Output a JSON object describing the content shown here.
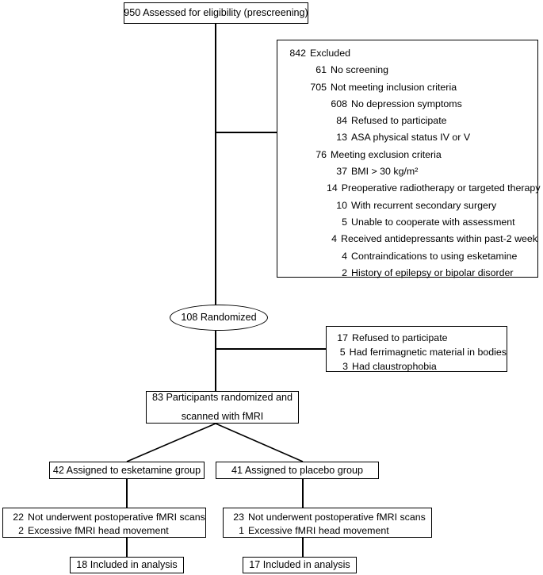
{
  "diagram": {
    "type": "consort-flow-diagram",
    "title": "Participant flow diagram",
    "nodes": {
      "assessed": {
        "count": "950",
        "text": "950 Assessed for eligibility (prescreening)"
      },
      "excluded_box": {
        "header": {
          "num": "842",
          "label": "Excluded"
        },
        "items": [
          {
            "num": "61",
            "label": "No screening",
            "indent": 1
          },
          {
            "num": "705",
            "label": "Not meeting inclusion criteria",
            "indent": 1
          },
          {
            "num": "608",
            "label": "No depression symptoms",
            "indent": 2
          },
          {
            "num": "84",
            "label": "Refused to participate",
            "indent": 2
          },
          {
            "num": "13",
            "label": "ASA physical status IV or V",
            "indent": 2
          },
          {
            "num": "76",
            "label": "Meeting exclusion criteria",
            "indent": 1
          },
          {
            "num": "37",
            "label": "BMI > 30 kg/m²",
            "indent": 2
          },
          {
            "num": "14",
            "label": "Preoperative radiotherapy or targeted therapy",
            "indent": 2
          },
          {
            "num": "10",
            "label": "With recurrent secondary surgery",
            "indent": 2
          },
          {
            "num": "5",
            "label": "Unable to cooperate with assessment",
            "indent": 2
          },
          {
            "num": "4",
            "label": "Received antidepressants  within past-2 week",
            "indent": 2
          },
          {
            "num": "4",
            "label": "Contraindications to using esketamine",
            "indent": 2
          },
          {
            "num": "2",
            "label": "History of epilepsy or bipolar disorder",
            "indent": 2
          }
        ]
      },
      "randomized": {
        "count": "108",
        "text": "108 Randomized"
      },
      "not_scanned_box": {
        "items": [
          {
            "num": "17",
            "label": "Refused to participate"
          },
          {
            "num": "5",
            "label": "Had ferrimagnetic material in bodies"
          },
          {
            "num": "3",
            "label": "Had claustrophobia"
          }
        ]
      },
      "scanned": {
        "count": "83",
        "line1": "83 Participants randomized and",
        "line2": "scanned with fMRI"
      },
      "arm_left": {
        "assigned": {
          "count": "42",
          "text": "42 Assigned to esketamine group"
        },
        "attrition": [
          {
            "num": "22",
            "label": "Not underwent postoperative fMRI scans"
          },
          {
            "num": "2",
            "label": "Excessive fMRI head movement"
          }
        ],
        "analysis": {
          "count": "18",
          "text": "18 Included in analysis"
        }
      },
      "arm_right": {
        "assigned": {
          "count": "41",
          "text": "41 Assigned to placebo group"
        },
        "attrition": [
          {
            "num": "23",
            "label": "Not underwent postoperative fMRI scans"
          },
          {
            "num": "1",
            "label": "Excessive fMRI head movement"
          }
        ],
        "analysis": {
          "count": "17",
          "text": "17 Included in analysis"
        }
      }
    },
    "colors": {
      "stroke": "#000000",
      "background": "#ffffff"
    }
  }
}
